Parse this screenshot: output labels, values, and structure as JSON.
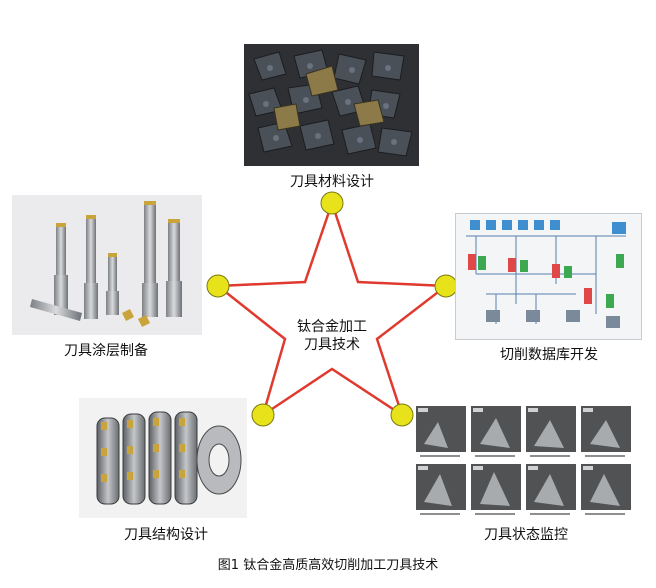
{
  "center_text": [
    "钛合金加工",
    "刀具技术"
  ],
  "nodes": {
    "top": {
      "label": "刀具材料设计"
    },
    "left": {
      "label": "刀具涂层制备"
    },
    "right": {
      "label": "切削数据库开发"
    },
    "bottom_left": {
      "label": "刀具结构设计"
    },
    "bottom_right": {
      "label": "刀具状态监控"
    }
  },
  "caption": "图1  钛合金高质高效切削加工刀具技术",
  "colors": {
    "star_line": "#e03a2f",
    "node_fill": "#e8e21a",
    "node_stroke": "#7a7a10"
  }
}
